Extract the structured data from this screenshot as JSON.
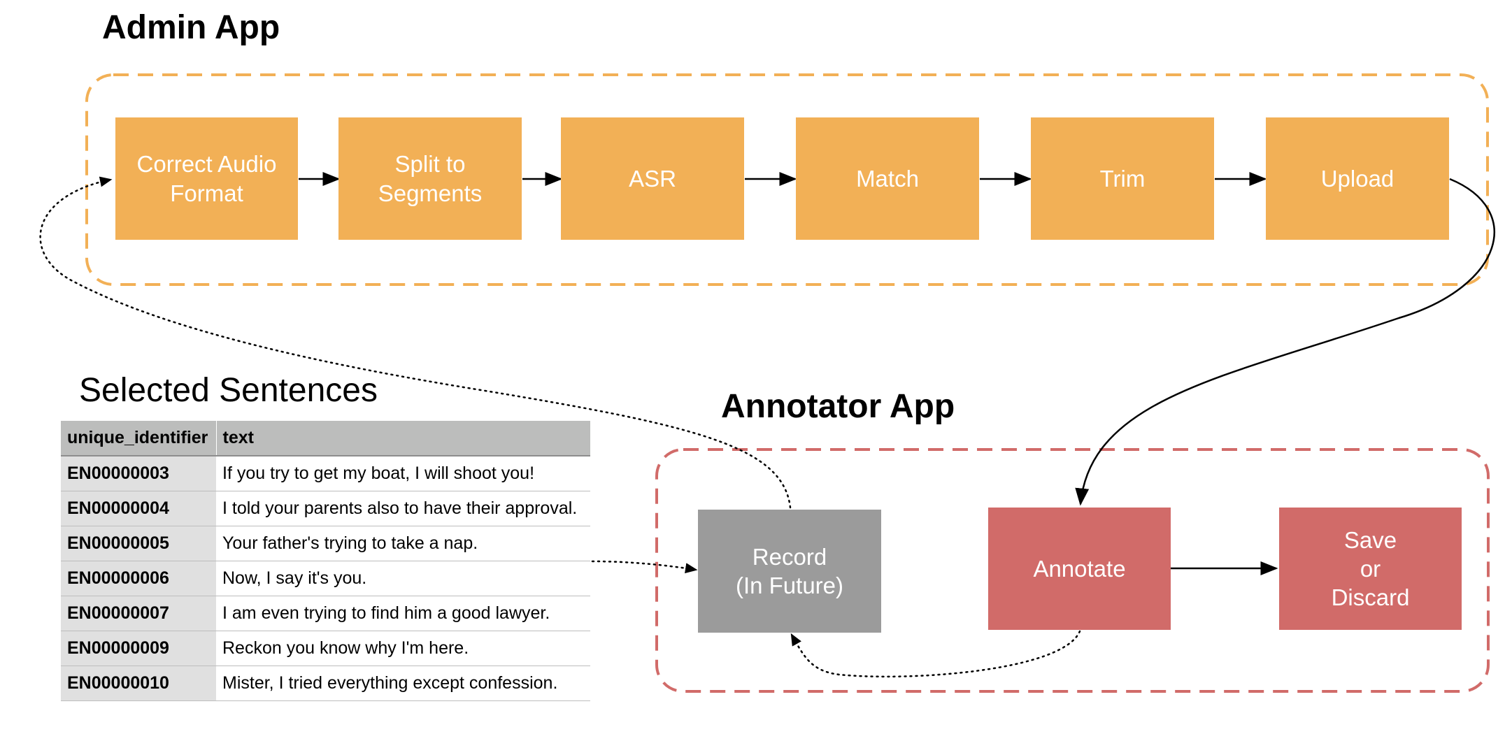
{
  "admin_app": {
    "title": "Admin App",
    "steps": [
      {
        "label": "Correct Audio\nFormat"
      },
      {
        "label": "Split to\nSegments"
      },
      {
        "label": "ASR"
      },
      {
        "label": "Match"
      },
      {
        "label": "Trim"
      },
      {
        "label": "Upload"
      }
    ]
  },
  "annotator_app": {
    "title": "Annotator App",
    "steps": [
      {
        "label": "Record\n(In Future)"
      },
      {
        "label": "Annotate"
      },
      {
        "label": "Save\nor\nDiscard"
      }
    ]
  },
  "selected_sentences": {
    "title": "Selected Sentences",
    "columns": [
      "unique_identifier",
      "text"
    ],
    "rows": [
      {
        "id": "EN00000003",
        "text": "If you try to get my boat, I will shoot you!"
      },
      {
        "id": "EN00000004",
        "text": "I told your parents also to have their approval."
      },
      {
        "id": "EN00000005",
        "text": "Your father's trying to take a nap."
      },
      {
        "id": "EN00000006",
        "text": "Now, I say it's you."
      },
      {
        "id": "EN00000007",
        "text": "I am even trying to find him a good lawyer."
      },
      {
        "id": "EN00000009",
        "text": "Reckon you know why I'm here."
      },
      {
        "id": "EN00000010",
        "text": "Mister, I tried everything except confession."
      }
    ]
  },
  "colors": {
    "admin_accent": "#f2b056",
    "annotator_accent": "#d16b69",
    "future_step": "#9b9b9b"
  }
}
